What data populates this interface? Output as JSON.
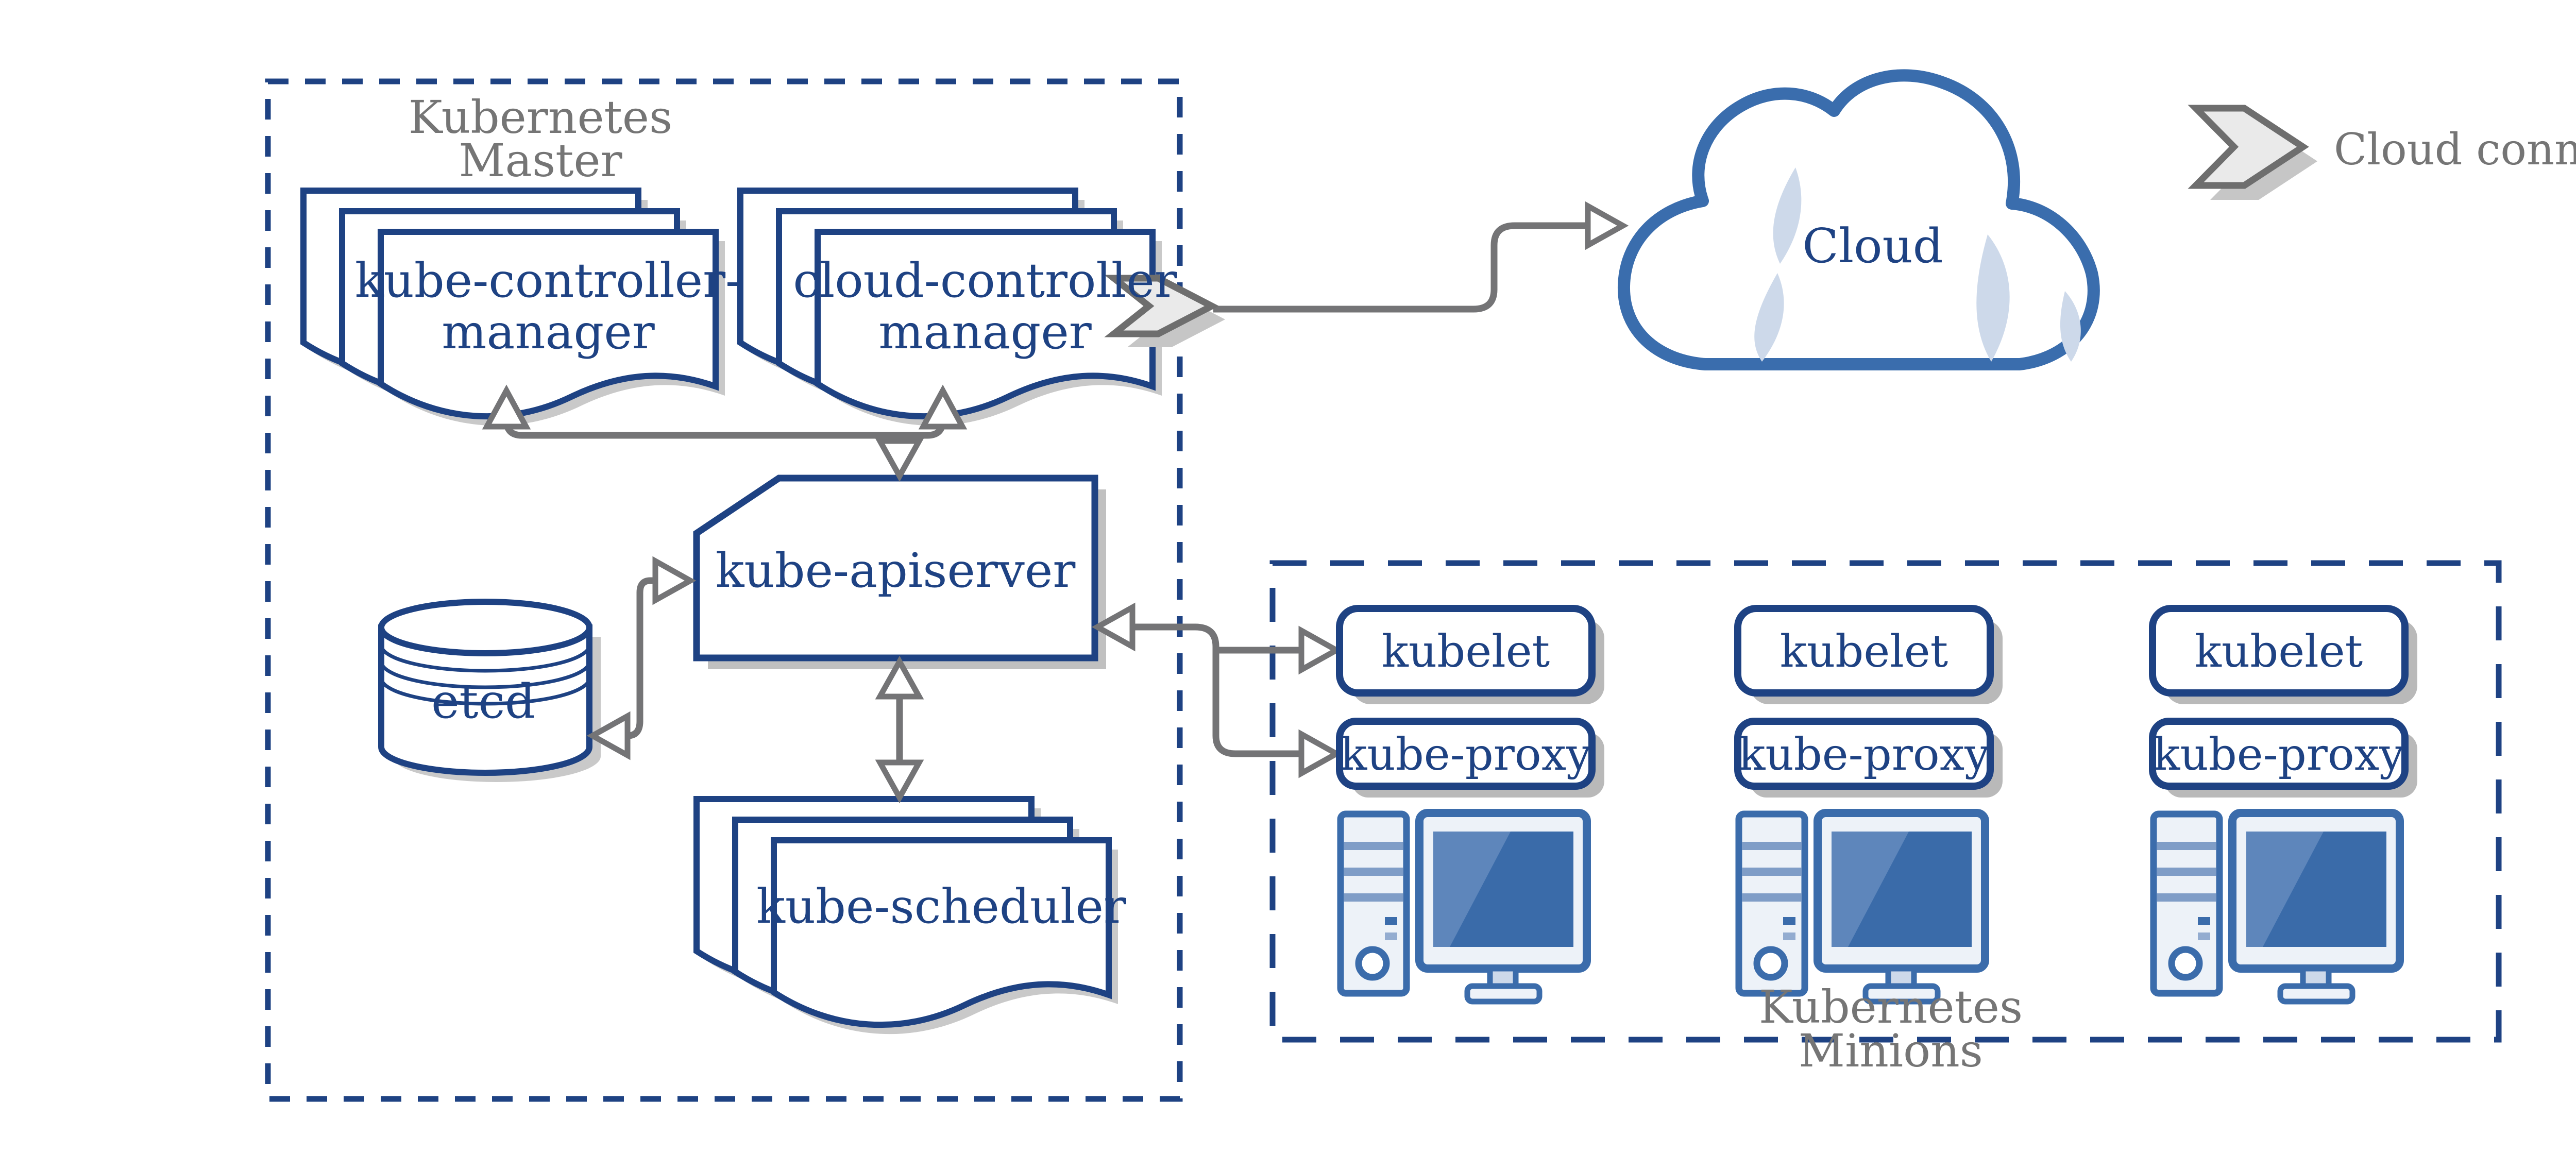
{
  "master": {
    "title_line1": "Kubernetes",
    "title_line2": "Master",
    "kube_controller_manager": {
      "line1": "kube-controller-",
      "line2": "manager"
    },
    "cloud_controller_manager": {
      "line1": "cloud-controller",
      "line2": "manager"
    },
    "kube_apiserver": {
      "label": "kube-apiserver"
    },
    "etcd": {
      "label": "etcd"
    },
    "kube_scheduler": {
      "label": "kube-scheduler"
    }
  },
  "cloud": {
    "label": "Cloud"
  },
  "legend": {
    "label": "Cloud connector",
    "icon": "cloud-connector-chevron-icon"
  },
  "minions": {
    "title_line1": "Kubernetes",
    "title_line2": "Minions",
    "nodes": [
      {
        "kubelet": "kubelet",
        "kube_proxy": "kube-proxy"
      },
      {
        "kubelet": "kubelet",
        "kube_proxy": "kube-proxy"
      },
      {
        "kubelet": "kubelet",
        "kube_proxy": "kube-proxy"
      }
    ]
  },
  "colors": {
    "navy_border": "#1e4283",
    "navy_text": "#1e4283",
    "steel_blue_icon": "#3b6cab",
    "screen_blue": "#3a6ba9",
    "screen_highlight": "#5e86bb",
    "light_blue_fill": "#cdd9ea",
    "gray_text": "#757575",
    "arrow_gray": "#747476",
    "chevron_fill": "#eaeaea",
    "chevron_border": "#6e6e6e",
    "shadow": "#c6c6c6",
    "background": "#ffffff"
  }
}
